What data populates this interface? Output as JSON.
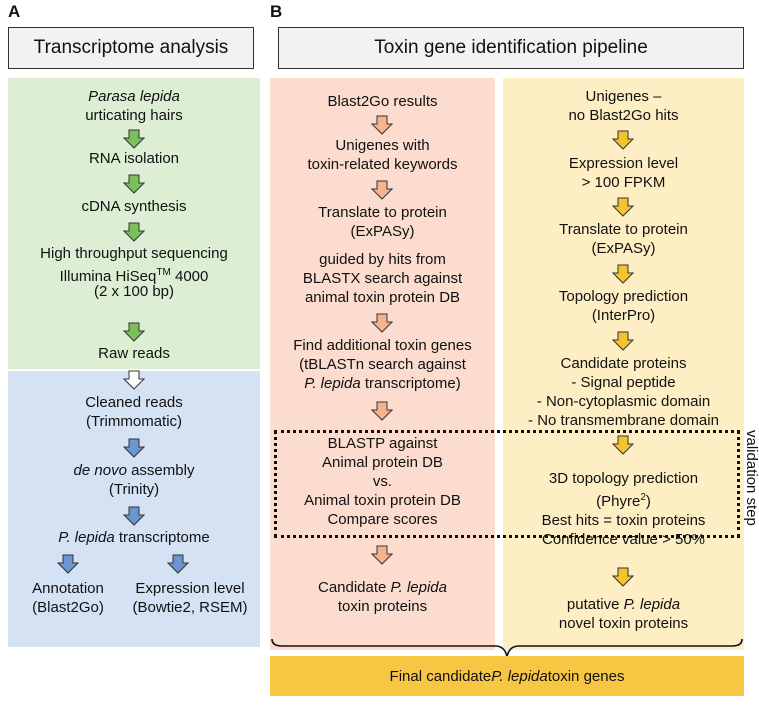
{
  "panels": {
    "a": "A",
    "b": "B"
  },
  "headers": {
    "transcriptome": "Transcriptome analysis",
    "pipeline": "Toxin gene identification pipeline"
  },
  "colors": {
    "green_bg": "#dcefd4",
    "green_arrow": "#7cc05b",
    "blue_bg": "#d5e2f4",
    "blue_arrow": "#6d95d0",
    "pink_bg": "#fbdccf",
    "pink_arrow": "#f5b38f",
    "yellow_bg": "#fdeec4",
    "yellow_arrow": "#f5c32c",
    "final_bg": "#f7c744"
  },
  "transcriptome_steps": {
    "s1_species": "Parasa lepida",
    "s1_rest": "urticating hairs",
    "s2": "RNA isolation",
    "s3": "cDNA synthesis",
    "s4_l1": "High throughput sequencing",
    "s4_l2_a": "Illumina HiSeq",
    "s4_l2_sup": "TM",
    "s4_l2_b": " 4000",
    "s4_l3": "(2 x 100 bp)",
    "s5": "Raw reads",
    "s6_l1": "Cleaned reads",
    "s6_l2": "(Trimmomatic)",
    "s7_l1_a": "de novo",
    "s7_l1_b": " assembly",
    "s7_l2": "(Trinity)",
    "s8_a": "P. lepida",
    "s8_b": " transcriptome",
    "s9a_l1": "Annotation",
    "s9a_l2": "(Blast2Go)",
    "s9b_l1": "Expression level",
    "s9b_l2": "(Bowtie2, RSEM)"
  },
  "left_pipeline": {
    "p1": "Blast2Go results",
    "p2_l1": "Unigenes with",
    "p2_l2": "toxin-related keywords",
    "p3_l1": "Translate to protein",
    "p3_l2": "(ExPASy)",
    "p4_l1": "guided by hits from",
    "p4_l2": "BLASTX search against",
    "p4_l3": "animal toxin protein DB",
    "p5_l1": "Find additional toxin genes",
    "p5_l2": "(tBLASTn search against",
    "p5_l3_a": "P. lepida",
    "p5_l3_b": " transcriptome)",
    "p6_l1": "BLASTP against",
    "p6_l2": "Animal protein DB",
    "p6_l3": "vs.",
    "p6_l4": "Animal toxin protein DB",
    "p6_l5": "Compare scores",
    "p7_l1_a": "Candidate ",
    "p7_l1_b": "P. lepida",
    "p7_l2": "toxin proteins"
  },
  "right_pipeline": {
    "q1_l1": "Unigenes –",
    "q1_l2": "no Blast2Go hits",
    "q2_l1": "Expression level",
    "q2_l2": "> 100 FPKM",
    "q3_l1": "Translate to protein",
    "q3_l2": "(ExPASy)",
    "q4_l1": "Topology prediction",
    "q4_l2": "(InterPro)",
    "q5_l1": "Candidate proteins",
    "q5_l2": "- Signal peptide",
    "q5_l3": "- Non-cytoplasmic domain",
    "q5_l4": "- No transmembrane domain",
    "q6_l1": "3D topology prediction",
    "q6_l2_a": "(Phyre",
    "q6_l2_sup": "2",
    "q6_l2_b": ")",
    "q6_l3": "Best hits = toxin proteins",
    "q6_l4": "Confidence value > 50%",
    "q7_l1_a": "putative ",
    "q7_l1_b": "P. lepida",
    "q7_l2": "novel toxin proteins"
  },
  "validation_label": "validation step",
  "final": {
    "a": "Final candidate ",
    "b": "P. lepida",
    "c": " toxin genes"
  }
}
